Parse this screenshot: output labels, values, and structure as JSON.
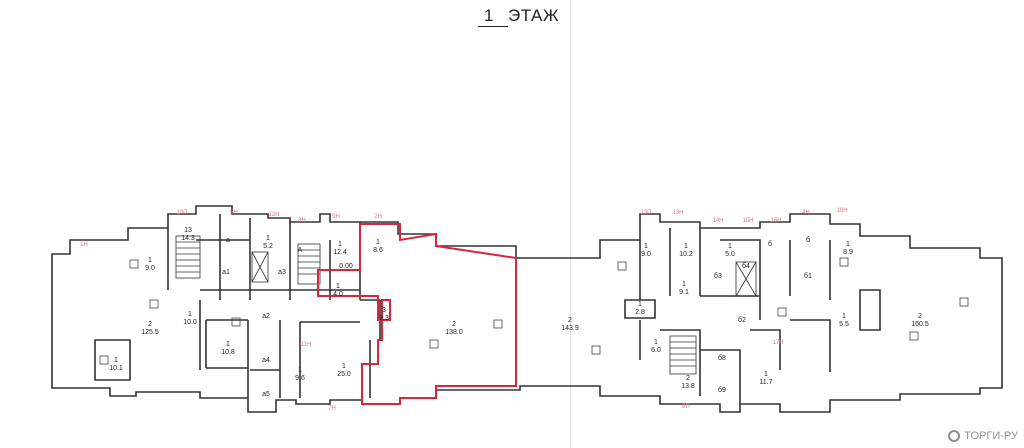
{
  "title": {
    "num": "1",
    "text": "ЭТАЖ"
  },
  "watermark": "ТОРГИ-РУ",
  "colors": {
    "wall": "#333333",
    "highlight": "#d7263d",
    "axis": "#d77a86",
    "dim": "#888888"
  },
  "axis_labels": [
    "1Н",
    "10П",
    "5Н",
    "12Н",
    "8Н",
    "9Н",
    "2Н",
    "13П",
    "13Н",
    "14Н",
    "15Н",
    "16Н",
    "4Н",
    "10Н",
    "7Н",
    "11Н",
    "17Н",
    "8П"
  ],
  "rooms": [
    {
      "id": "r1",
      "label": "1",
      "area": "9.0"
    },
    {
      "id": "r2",
      "label": "13",
      "area": "14.3"
    },
    {
      "id": "r3",
      "label": "а",
      "area": ""
    },
    {
      "id": "r4",
      "label": "1",
      "area": "5.2"
    },
    {
      "id": "r5",
      "label": "А",
      "area": ""
    },
    {
      "id": "r6",
      "label": "1",
      "area": "12.4"
    },
    {
      "id": "r7",
      "label": "1",
      "area": "8.6"
    },
    {
      "id": "r8",
      "label": "а1",
      "area": ""
    },
    {
      "id": "r9",
      "label": "а3",
      "area": ""
    },
    {
      "id": "r10",
      "label": "1",
      "area": "4.0"
    },
    {
      "id": "r11",
      "label": "0.00",
      "area": ""
    },
    {
      "id": "r12",
      "label": "2",
      "area": "125.5"
    },
    {
      "id": "r13",
      "label": "а2",
      "area": ""
    },
    {
      "id": "r14",
      "label": "1",
      "area": "10.0"
    },
    {
      "id": "r15",
      "label": "1",
      "area": "10.8"
    },
    {
      "id": "r16",
      "label": "а4",
      "area": ""
    },
    {
      "id": "r17",
      "label": "1",
      "area": "10.1"
    },
    {
      "id": "r18",
      "label": "1",
      "area": "9.6"
    },
    {
      "id": "r19",
      "label": "1",
      "area": "25.0"
    },
    {
      "id": "r20",
      "label": "а5",
      "area": ""
    },
    {
      "id": "r21",
      "label": "3",
      "area": "3.3"
    },
    {
      "id": "r22",
      "label": "2",
      "area": "138.0"
    },
    {
      "id": "r23",
      "label": "2",
      "area": "143.9"
    },
    {
      "id": "r24",
      "label": "1",
      "area": "9.0"
    },
    {
      "id": "r25",
      "label": "1",
      "area": "10.2"
    },
    {
      "id": "r26",
      "label": "1",
      "area": "5.0"
    },
    {
      "id": "r27",
      "label": "б",
      "area": ""
    },
    {
      "id": "r28",
      "label": "б",
      "area": ""
    },
    {
      "id": "r29",
      "label": "1",
      "area": "8.9"
    },
    {
      "id": "r30",
      "label": "б3",
      "area": ""
    },
    {
      "id": "r31",
      "label": "б4",
      "area": ""
    },
    {
      "id": "r32",
      "label": "б1",
      "area": ""
    },
    {
      "id": "r33",
      "label": "1",
      "area": "9.1"
    },
    {
      "id": "r34",
      "label": "б2",
      "area": ""
    },
    {
      "id": "r35",
      "label": "1",
      "area": "5.5"
    },
    {
      "id": "r36",
      "label": "2",
      "area": "160.5"
    },
    {
      "id": "r37",
      "label": "1",
      "area": "2.8"
    },
    {
      "id": "r38",
      "label": "1",
      "area": "6.0"
    },
    {
      "id": "r39",
      "label": "2",
      "area": "13.8"
    },
    {
      "id": "r40",
      "label": "б8",
      "area": ""
    },
    {
      "id": "r41",
      "label": "б9",
      "area": ""
    },
    {
      "id": "r42",
      "label": "1",
      "area": "11.7"
    }
  ]
}
